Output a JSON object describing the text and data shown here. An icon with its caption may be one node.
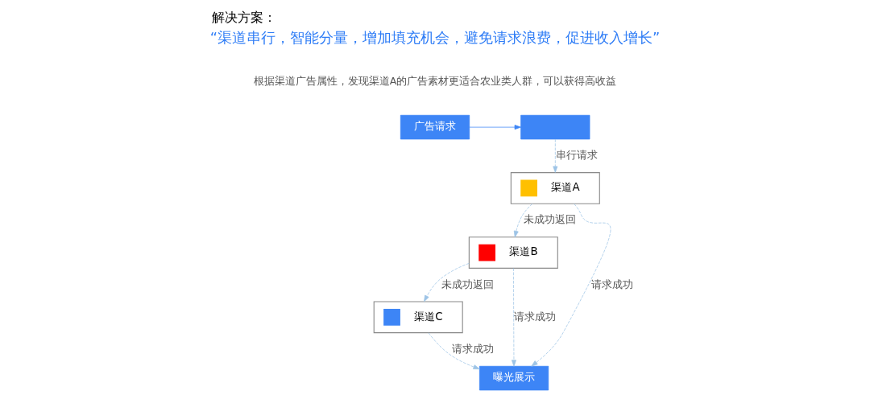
{
  "diagram": {
    "title": "解决方案：",
    "nodes": [
      {
        "text": [
          "广告请求"
        ]
      },
      {
        "text": [],
        "shape": "box"
      },
      {
        "text": [
          "渠道A"
        ]
      },
      {
        "text": [
          "渠道B"
        ]
      },
      {
        "text": [
          "渠道C"
        ]
      },
      {
        "text": [
          "曝光展示"
        ]
      }
    ],
    "edges": [
      {
        "from": 0,
        "to": 1,
        "arrow": "to",
        "color": "#3d85f6"
      },
      {
        "from": 1,
        "to": 2,
        "arrow": "to",
        "label": "串行请求",
        "style": "dashed"
      },
      {
        "from": 2,
        "to": 3,
        "arrow": "to",
        "label": "未成功返回",
        "style": "dashed"
      },
      {
        "from": 3,
        "to": 4,
        "arrow": "to",
        "label": "未成功返回",
        "style": "dashed"
      },
      {
        "from": 2,
        "to": 5,
        "arrow": "to",
        "label": "请求成功",
        "style": "dashed"
      },
      {
        "from": 3,
        "to": 5,
        "arrow": "to",
        "label": "请求成功",
        "style": "dashed"
      },
      {
        "from": 4,
        "to": 5,
        "arrow": "to",
        "label": "请求成功",
        "style": "dashed"
      }
    ],
    "labels": [
      "“渠道串行，智能分量，增加填充机会，避免请求浪费，促进收入增长”",
      "根据渠道广告属性，发现渠道A的广告素材更适合农业类人群，可以获得高收益"
    ]
  }
}
